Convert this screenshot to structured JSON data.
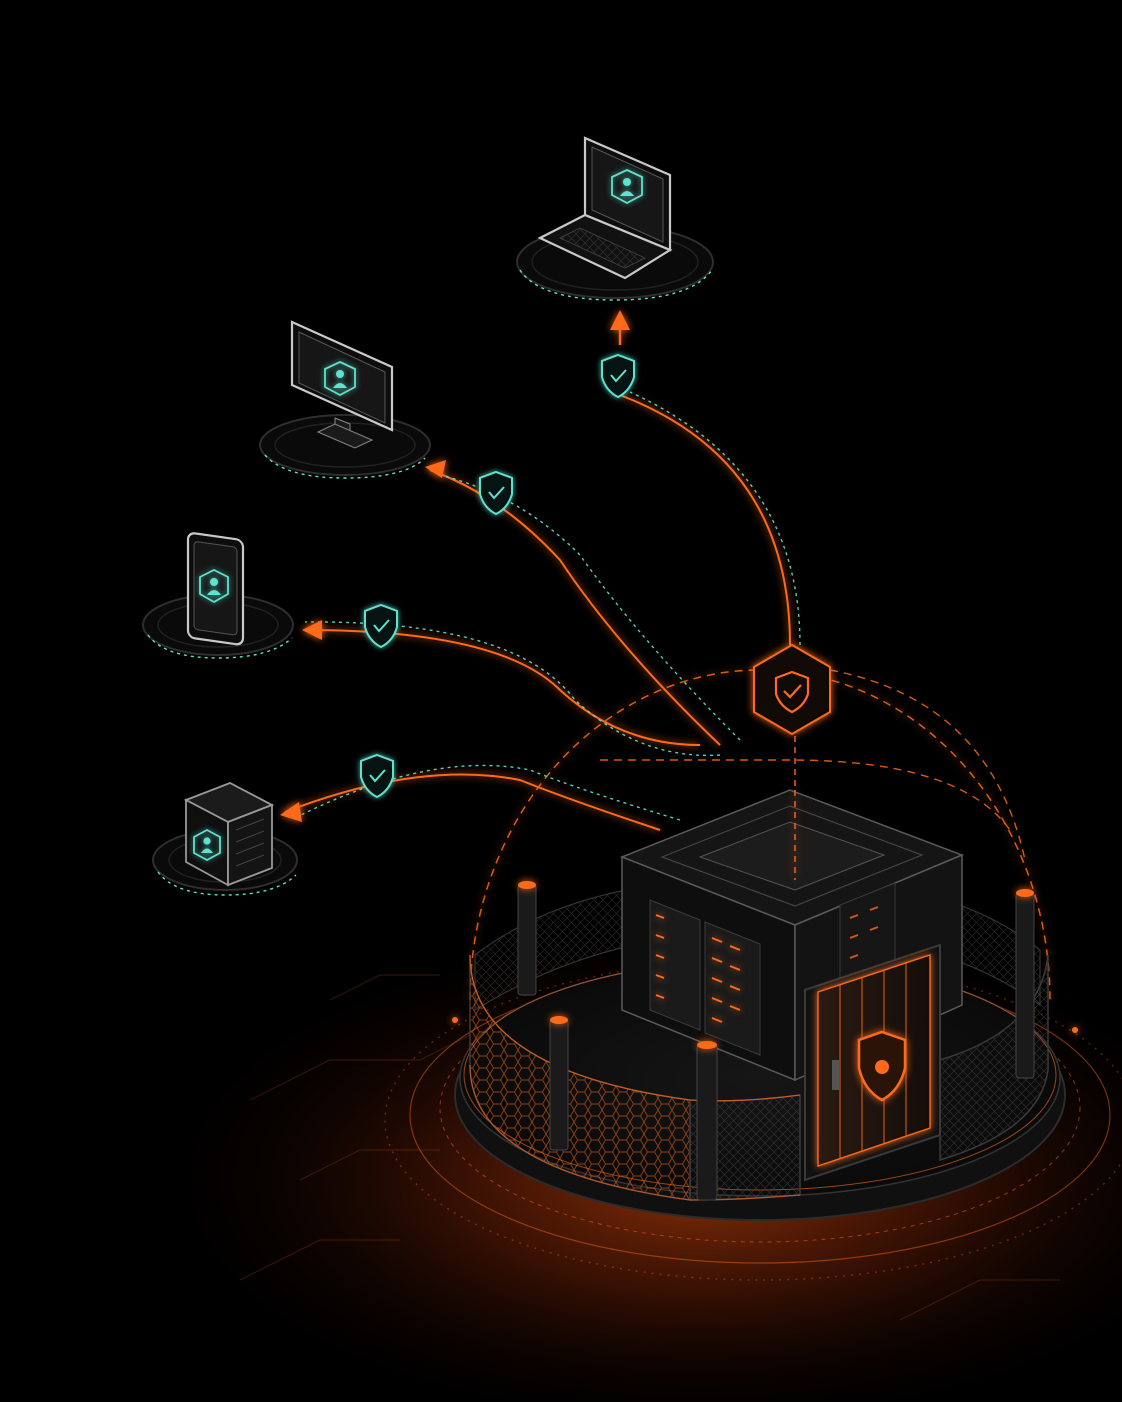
{
  "diagram": {
    "hub": {
      "icon": "shield-check-icon",
      "shape": "hexagon"
    },
    "vault": {
      "contents": "server-rack-icon",
      "gate_icon": "shield-icon",
      "fence": "hex-mesh-fence"
    },
    "endpoints": [
      {
        "device": "laptop",
        "icon": "laptop-icon",
        "badge": "user-icon"
      },
      {
        "device": "monitor",
        "icon": "monitor-icon",
        "badge": "user-icon"
      },
      {
        "device": "phone",
        "icon": "phone-icon",
        "badge": "user-icon"
      },
      {
        "device": "server-box",
        "icon": "server-box-icon",
        "badge": "user-icon"
      }
    ],
    "connections": [
      {
        "from": "hub",
        "to": "laptop",
        "badge": "shield-check-icon"
      },
      {
        "from": "hub",
        "to": "monitor",
        "badge": "shield-check-icon"
      },
      {
        "from": "hub",
        "to": "phone",
        "badge": "shield-check-icon"
      },
      {
        "from": "hub",
        "to": "server-box",
        "badge": "shield-check-icon"
      }
    ]
  },
  "colors": {
    "background": "#000000",
    "accent_orange": "#ff6a1a",
    "accent_teal": "#5fe3cf",
    "device_stroke": "#c9c9c9",
    "structure": "#1a1a1a"
  }
}
